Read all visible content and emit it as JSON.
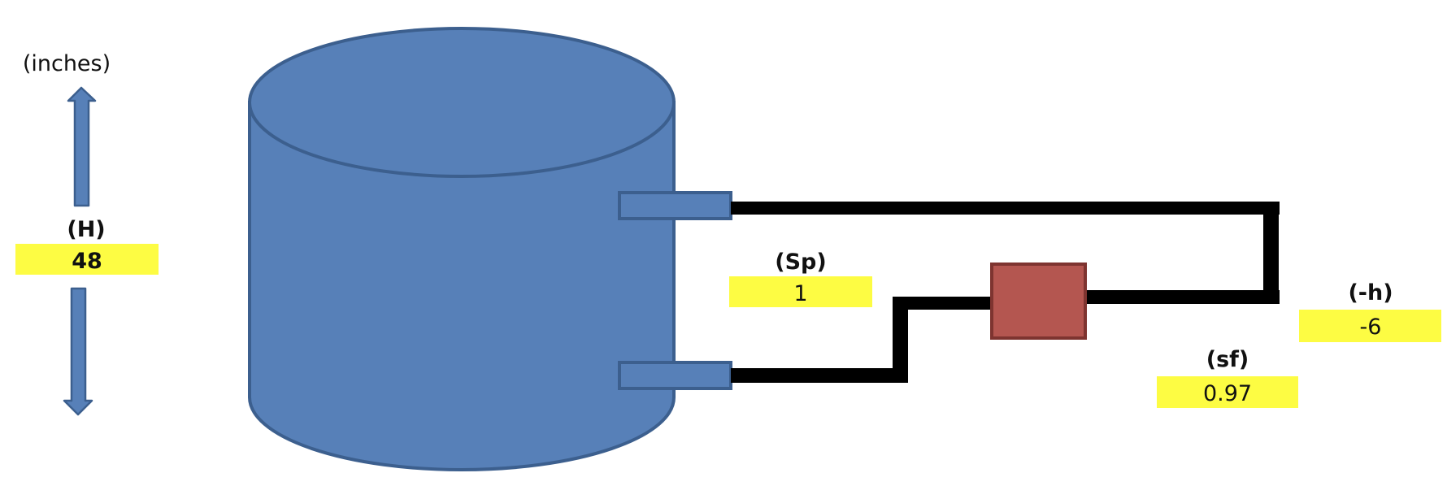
{
  "units_label": "(inches)",
  "height": {
    "label": "(H)",
    "value": "48"
  },
  "specific_gravity": {
    "label": "(Sp)",
    "value": "1"
  },
  "offset": {
    "label": "(-h)",
    "value": "-6"
  },
  "seal_fluid": {
    "label": "(sf)",
    "value": "0.97"
  },
  "colors": {
    "tank_fill": "#5780b8",
    "tank_stroke": "#3c5f8e",
    "transmitter_fill": "#b45650",
    "transmitter_stroke": "#7e3430",
    "value_box": "#fdfc43",
    "line": "#000000"
  }
}
